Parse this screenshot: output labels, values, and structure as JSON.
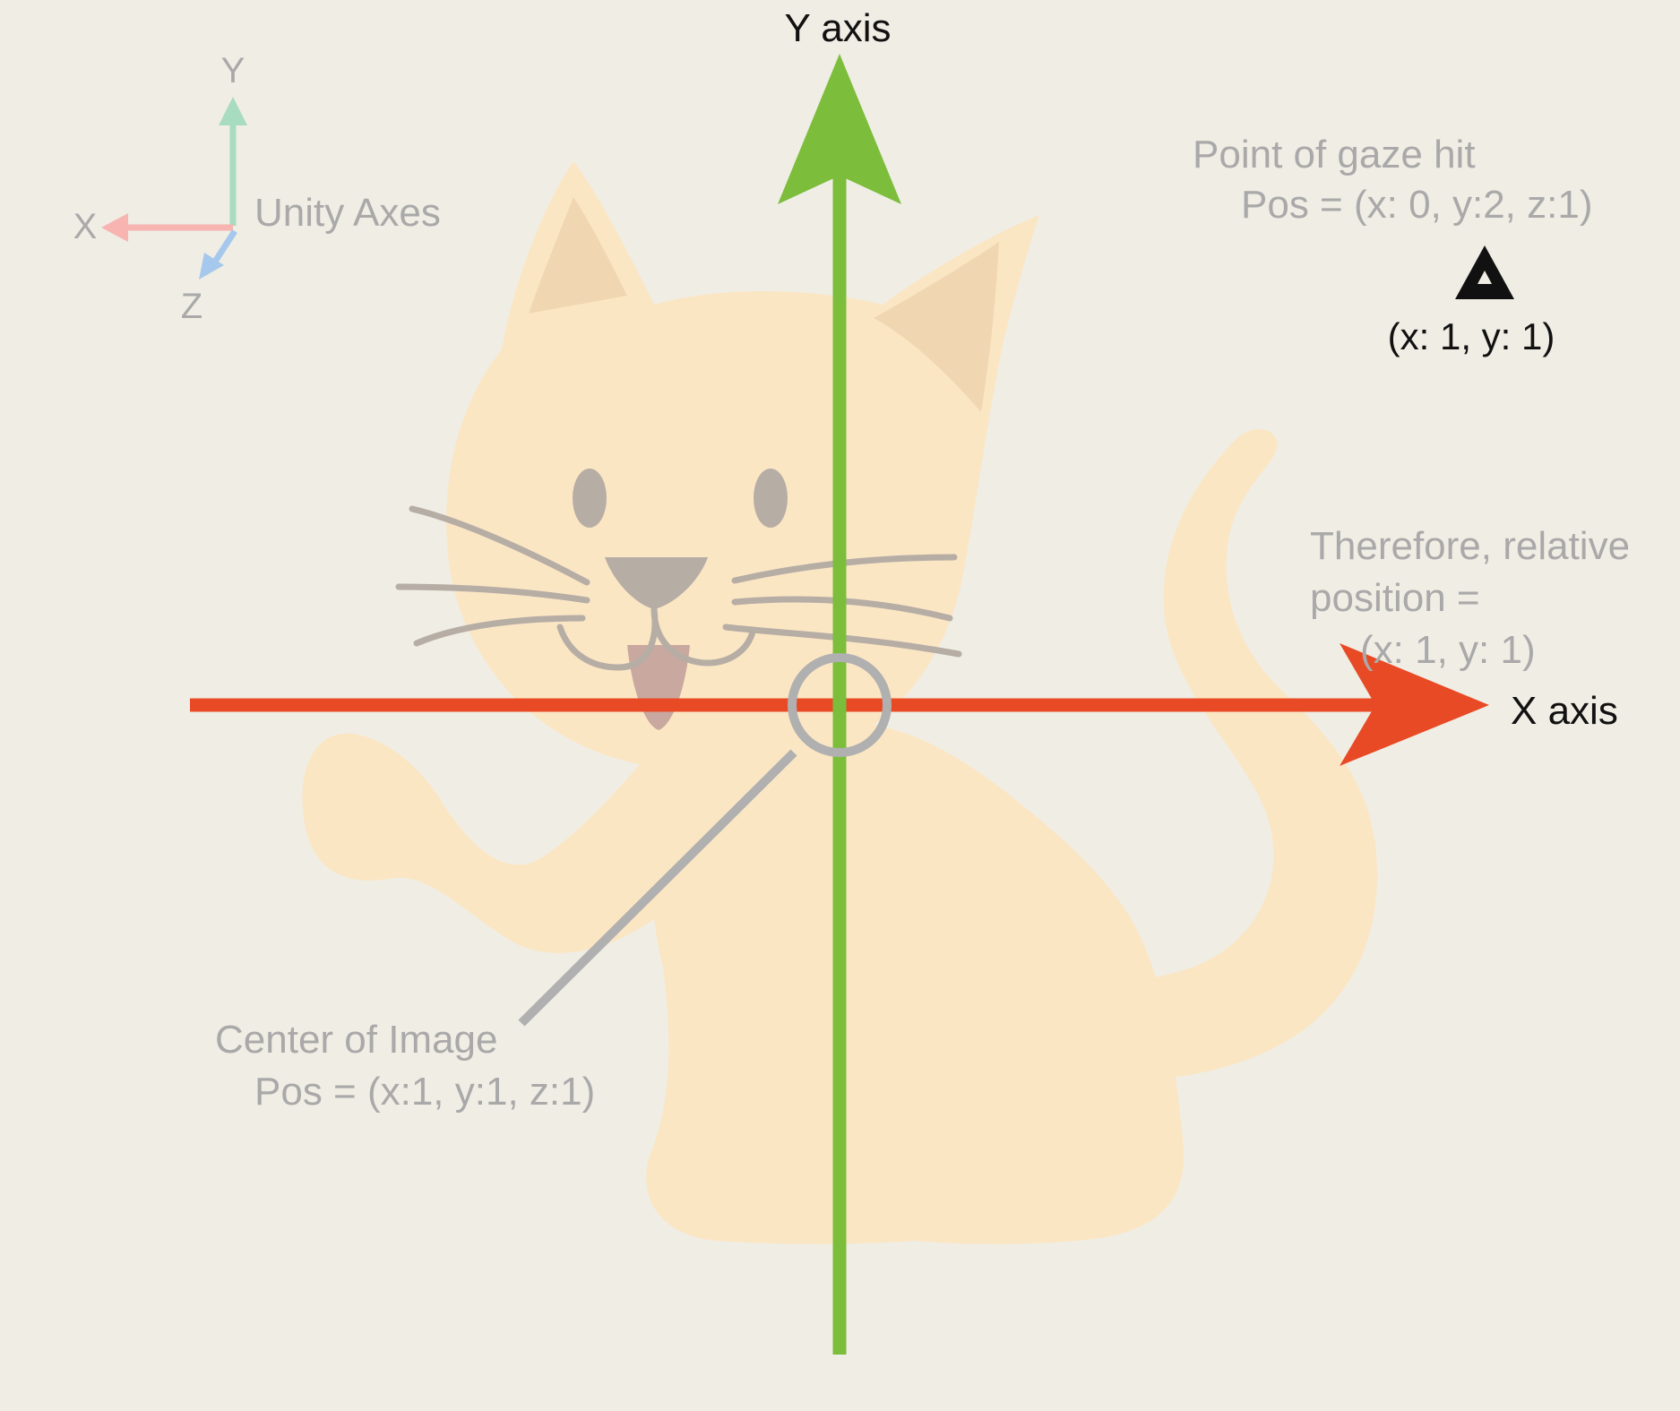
{
  "colors": {
    "background": "#f0ede4",
    "x_axis": "#e84a26",
    "y_axis": "#7cbd3c",
    "unity_x": "#f7b4b0",
    "unity_y": "#a7dcc0",
    "unity_z": "#a6c8ec",
    "muted_text": "#a9a9a9",
    "dark_text": "#111111",
    "leader_line": "#b0b0b0",
    "cat_body": "#fbe6c4",
    "cat_shade": "#f0d7b2",
    "cat_features": "#b6ada5",
    "cat_tongue": "#c9a8a0"
  },
  "icons": {
    "background": "cat-illustration",
    "target_marker": "triangle-icon",
    "center_marker": "circle-ring-icon"
  },
  "axes": {
    "y_label": "Y axis",
    "x_label": "X axis"
  },
  "unity_axes": {
    "title": "Unity Axes",
    "y": "Y",
    "x": "X",
    "z": "Z"
  },
  "gaze": {
    "title": "Point of gaze hit",
    "pos": "Pos = (x: 0, y:2, z:1)",
    "marker_label": "(x: 1, y: 1)"
  },
  "relative": {
    "line1": "Therefore, relative",
    "line2": "position =",
    "line3": "(x: 1, y: 1)"
  },
  "center": {
    "title": "Center of Image",
    "pos": "Pos = (x:1, y:1, z:1)"
  }
}
